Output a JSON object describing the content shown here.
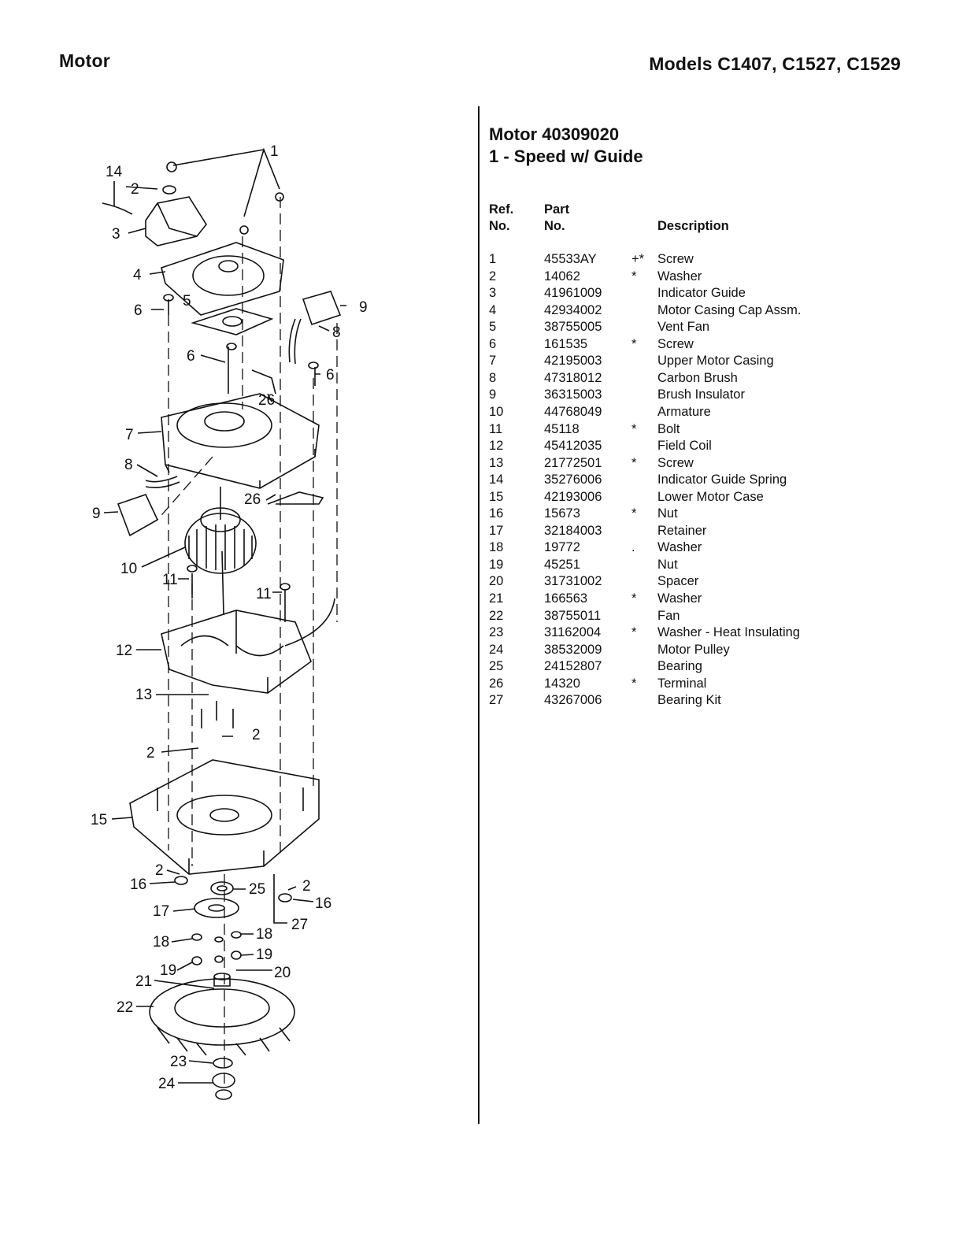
{
  "header": {
    "left": "Motor",
    "right": "Models C1407, C1527, C1529"
  },
  "parts_list": {
    "title": "Motor 40309020",
    "subtitle": "1 - Speed w/ Guide",
    "columns": {
      "ref": "Ref.\nNo.",
      "part": "Part\nNo.",
      "desc": "Description"
    },
    "rows": [
      {
        "ref": "1",
        "part": "45533AY",
        "mark": "+*",
        "desc": "Screw"
      },
      {
        "ref": "2",
        "part": "14062",
        "mark": "*",
        "desc": "Washer"
      },
      {
        "ref": "3",
        "part": "41961009",
        "mark": "",
        "desc": "Indicator Guide"
      },
      {
        "ref": "4",
        "part": "42934002",
        "mark": "",
        "desc": "Motor Casing Cap Assm."
      },
      {
        "ref": "5",
        "part": "38755005",
        "mark": "",
        "desc": "Vent Fan"
      },
      {
        "ref": "6",
        "part": "161535",
        "mark": "*",
        "desc": "Screw"
      },
      {
        "ref": "7",
        "part": "42195003",
        "mark": "",
        "desc": "Upper Motor Casing"
      },
      {
        "ref": "8",
        "part": "47318012",
        "mark": "",
        "desc": "Carbon Brush"
      },
      {
        "ref": "9",
        "part": "36315003",
        "mark": "",
        "desc": "Brush Insulator"
      },
      {
        "ref": "10",
        "part": "44768049",
        "mark": "",
        "desc": "Armature"
      },
      {
        "ref": "11",
        "part": "45118",
        "mark": "*",
        "desc": "Bolt"
      },
      {
        "ref": "12",
        "part": "45412035",
        "mark": "",
        "desc": "Field Coil"
      },
      {
        "ref": "13",
        "part": "21772501",
        "mark": "*",
        "desc": "Screw"
      },
      {
        "ref": "14",
        "part": "35276006",
        "mark": "",
        "desc": "Indicator Guide Spring"
      },
      {
        "ref": "15",
        "part": "42193006",
        "mark": "",
        "desc": "Lower Motor Case"
      },
      {
        "ref": "16",
        "part": "15673",
        "mark": "*",
        "desc": "Nut"
      },
      {
        "ref": "17",
        "part": "32184003",
        "mark": "",
        "desc": "Retainer"
      },
      {
        "ref": "18",
        "part": "19772",
        "mark": ".",
        "desc": "Washer"
      },
      {
        "ref": "19",
        "part": "45251",
        "mark": "",
        "desc": "Nut"
      },
      {
        "ref": "20",
        "part": "31731002",
        "mark": "",
        "desc": "Spacer"
      },
      {
        "ref": "21",
        "part": "166563",
        "mark": "*",
        "desc": "Washer"
      },
      {
        "ref": "22",
        "part": "38755011",
        "mark": "",
        "desc": "Fan"
      },
      {
        "ref": "23",
        "part": "31162004",
        "mark": "*",
        "desc": "Washer - Heat Insulating"
      },
      {
        "ref": "24",
        "part": "38532009",
        "mark": "",
        "desc": "Motor Pulley"
      },
      {
        "ref": "25",
        "part": "24152807",
        "mark": "",
        "desc": "Bearing"
      },
      {
        "ref": "26",
        "part": "14320",
        "mark": "*",
        "desc": "Terminal"
      },
      {
        "ref": "27",
        "part": "43267006",
        "mark": "",
        "desc": "Bearing Kit"
      }
    ]
  },
  "diagram_callouts": [
    "1",
    "14",
    "2",
    "3",
    "4",
    "5",
    "6",
    "9",
    "8",
    "6",
    "6",
    "26",
    "7",
    "8",
    "26",
    "9",
    "10",
    "11",
    "11",
    "12",
    "13",
    "2",
    "2",
    "15",
    "2",
    "16",
    "25",
    "2",
    "16",
    "17",
    "27",
    "18",
    "18",
    "19",
    "19",
    "20",
    "21",
    "22",
    "23",
    "24"
  ]
}
